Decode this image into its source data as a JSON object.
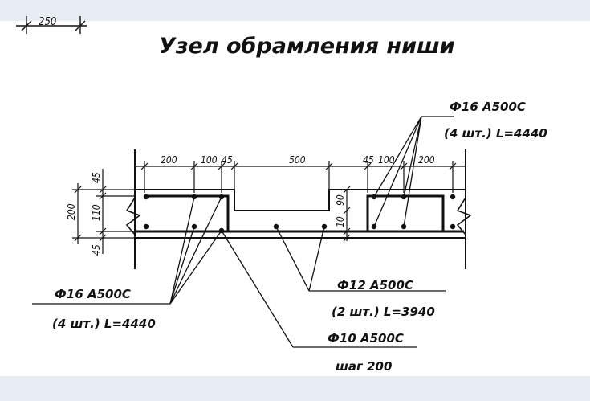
{
  "title": "Узел обрамления ниши",
  "top_corner_dim": "250",
  "dims_top": {
    "d200_left": "200",
    "d100_left": "100",
    "d45_left": "45",
    "d500": "500",
    "d45_right": "45",
    "d100_right": "100",
    "d200_right": "200"
  },
  "dims_left": {
    "d45_top": "45",
    "d200": "200",
    "d110": "110",
    "d45_bottom": "45"
  },
  "dims_right": {
    "d90": "90",
    "d10": "10"
  },
  "callouts": {
    "top_right": {
      "line1": "Ф16 А500С",
      "line2": "(4 шт.) L=4440"
    },
    "bottom_left": {
      "line1": "Ф16 А500С",
      "line2": "(4 шт.) L=4440"
    },
    "mid_right": {
      "line1": "Ф12 А500С",
      "line2": "(2 шт.) L=3940"
    },
    "bottom_right": {
      "line1": "Ф10 А500С",
      "line2": "шаг 200"
    }
  }
}
